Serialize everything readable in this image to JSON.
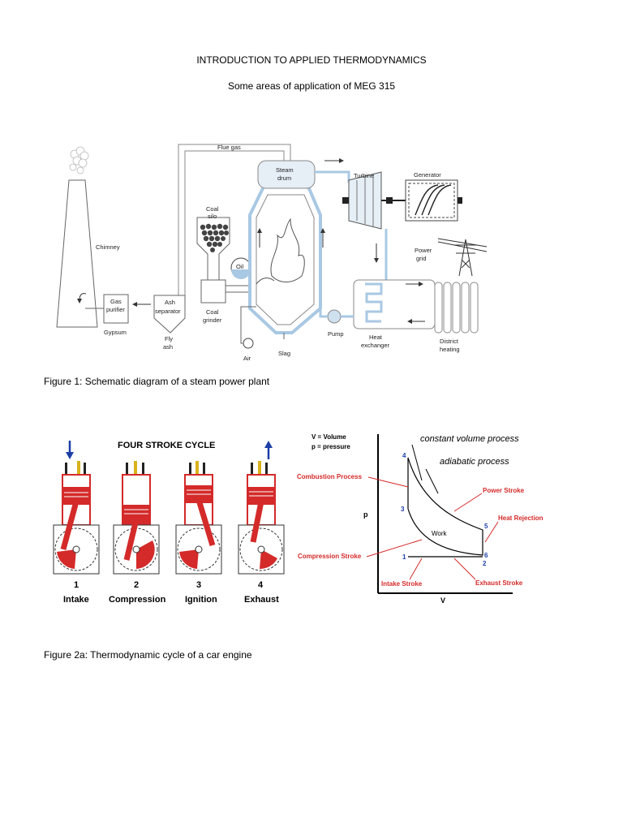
{
  "header": {
    "title": "INTRODUCTION TO APPLIED THERMODYNAMICS",
    "subtitle": "Some areas of application of MEG 315"
  },
  "figure1": {
    "caption": "Figure 1: Schematic diagram of a steam power plant",
    "labels": {
      "flue_gas": "Flue gas",
      "steam_drum_1": "Steam",
      "steam_drum_2": "drum",
      "turbine": "Turbine",
      "generator": "Generator",
      "coal_silo_1": "Coal",
      "coal_silo_2": "silo",
      "chimney": "Chimney",
      "oil": "Oil",
      "power_grid_1": "Power",
      "power_grid_2": "grid",
      "gas_purifier_1": "Gas",
      "gas_purifier_2": "purifier",
      "ash_separator_1": "Ash",
      "ash_separator_2": "separator",
      "coal_grinder_1": "Coal",
      "coal_grinder_2": "grinder",
      "gypsum": "Gypsum",
      "fly_ash_1": "Fly",
      "fly_ash_2": "ash",
      "air": "Air",
      "slag": "Slag",
      "pump": "Pump",
      "heat_exchanger_1": "Heat",
      "heat_exchanger_2": "exchanger",
      "district_heating_1": "District",
      "district_heating_2": "heating"
    }
  },
  "figure2a": {
    "caption": "Figure 2a: Thermodynamic cycle of a car engine",
    "four_stroke": {
      "title": "FOUR STROKE CYCLE",
      "steps": [
        {
          "num": "1",
          "name": "Intake"
        },
        {
          "num": "2",
          "name": "Compression"
        },
        {
          "num": "3",
          "name": "Ignition"
        },
        {
          "num": "4",
          "name": "Exhaust"
        }
      ]
    },
    "pv": {
      "legend_v": "V = Volume",
      "legend_p": "p = pressure",
      "constant_volume": "constant volume  process",
      "adiabatic": "adiabatic  process",
      "combustion": "Combustion Process",
      "power_stroke": "Power Stroke",
      "heat_rejection": "Heat Rejection",
      "compression_stroke": "Compression Stroke",
      "intake_stroke": "Intake Stroke",
      "exhaust_stroke": "Exhaust Stroke",
      "work": "Work",
      "p_axis": "p",
      "v_axis": "V",
      "points": {
        "p1": "1",
        "p2": "2",
        "p3": "3",
        "p4": "4",
        "p5": "5",
        "p6": "6"
      }
    }
  },
  "colors": {
    "red": "#d42a2a",
    "blue": "#1c3fa6",
    "pipe": "#a9c8e3"
  }
}
